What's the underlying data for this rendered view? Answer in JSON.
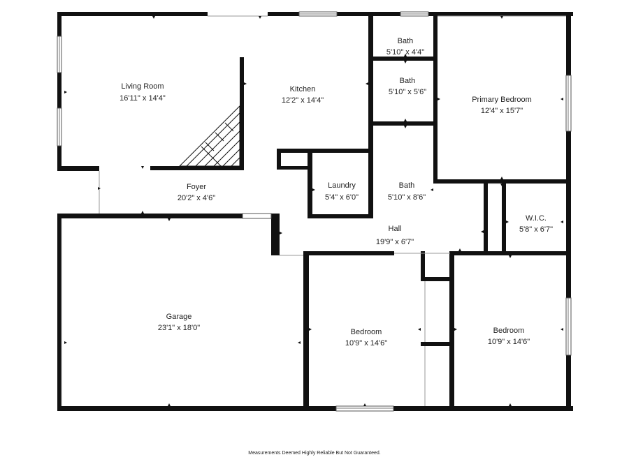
{
  "rooms": {
    "living_room": {
      "name": "Living Room",
      "dims": "16'11\" x 14'4\""
    },
    "kitchen": {
      "name": "Kitchen",
      "dims": "12'2\" x 14'4\""
    },
    "bath_top": {
      "name": "Bath",
      "dims": "5'10\" x 4'4\""
    },
    "bath_mid": {
      "name": "Bath",
      "dims": "5'10\" x 5'6\""
    },
    "primary_bedroom": {
      "name": "Primary Bedroom",
      "dims": "12'4\" x 15'7\""
    },
    "foyer": {
      "name": "Foyer",
      "dims": "20'2\" x 4'6\""
    },
    "laundry": {
      "name": "Laundry",
      "dims": "5'4\" x 6'0\""
    },
    "bath_low": {
      "name": "Bath",
      "dims": "5'10\" x 8'6\""
    },
    "wic": {
      "name": "W.I.C.",
      "dims": "5'8\" x 6'7\""
    },
    "hall": {
      "name": "Hall",
      "dims": "19'9\" x 6'7\""
    },
    "garage": {
      "name": "Garage",
      "dims": "23'1\" x 18'0\""
    },
    "bedroom_1": {
      "name": "Bedroom",
      "dims": "10'9\" x 14'6\""
    },
    "bedroom_2": {
      "name": "Bedroom",
      "dims": "10'9\" x 14'6\""
    }
  },
  "disclaimer": "Measurements Deemed Highly Reliable But Not Guaranteed.",
  "colors": {
    "wall": "#111111",
    "background": "#ffffff",
    "text": "#222222"
  }
}
